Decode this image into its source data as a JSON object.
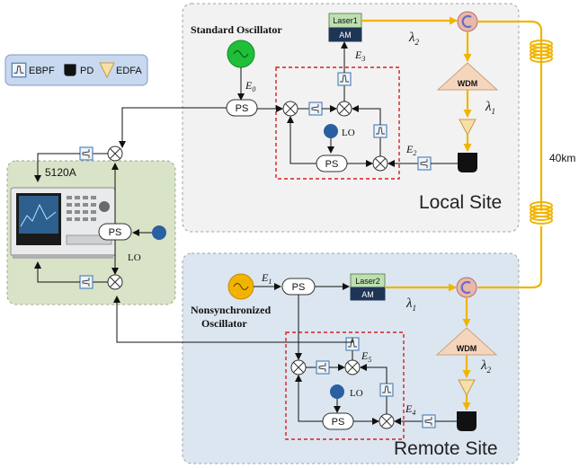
{
  "legend": {
    "ebpf": "EBPF",
    "pd": "PD",
    "edfa": "EDFA"
  },
  "local": {
    "site_label": "Local Site",
    "oscillator_label": "Standard Oscillator",
    "e0": "E",
    "e0_sub": "0",
    "e2": "E",
    "e2_sub": "2",
    "e3": "E",
    "e3_sub": "3",
    "ps_main": "PS",
    "ps_loop": "PS",
    "lo": "LO",
    "laser": "Laser1",
    "am": "AM",
    "lambda2": "λ",
    "lambda2_sub": "2",
    "wdm": "WDM",
    "lambda1": "λ",
    "lambda1_sub": "1"
  },
  "remote": {
    "site_label": "Remote Site",
    "oscillator_label_1": "Nonsynchronized",
    "oscillator_label_2": "Oscillator",
    "e1": "E",
    "e1_sub": "1",
    "e4": "E",
    "e4_sub": "4",
    "e5": "E",
    "e5_sub": "5",
    "ps_main": "PS",
    "ps_loop": "PS",
    "lo": "LO",
    "laser": "Laser2",
    "am": "AM",
    "lambda1": "λ",
    "lambda1_sub": "1",
    "wdm": "WDM",
    "lambda2": "λ",
    "lambda2_sub": "2"
  },
  "fiber_label": "40km",
  "measurement": {
    "instrument": "5120A",
    "ps": "PS",
    "lo": "LO"
  }
}
